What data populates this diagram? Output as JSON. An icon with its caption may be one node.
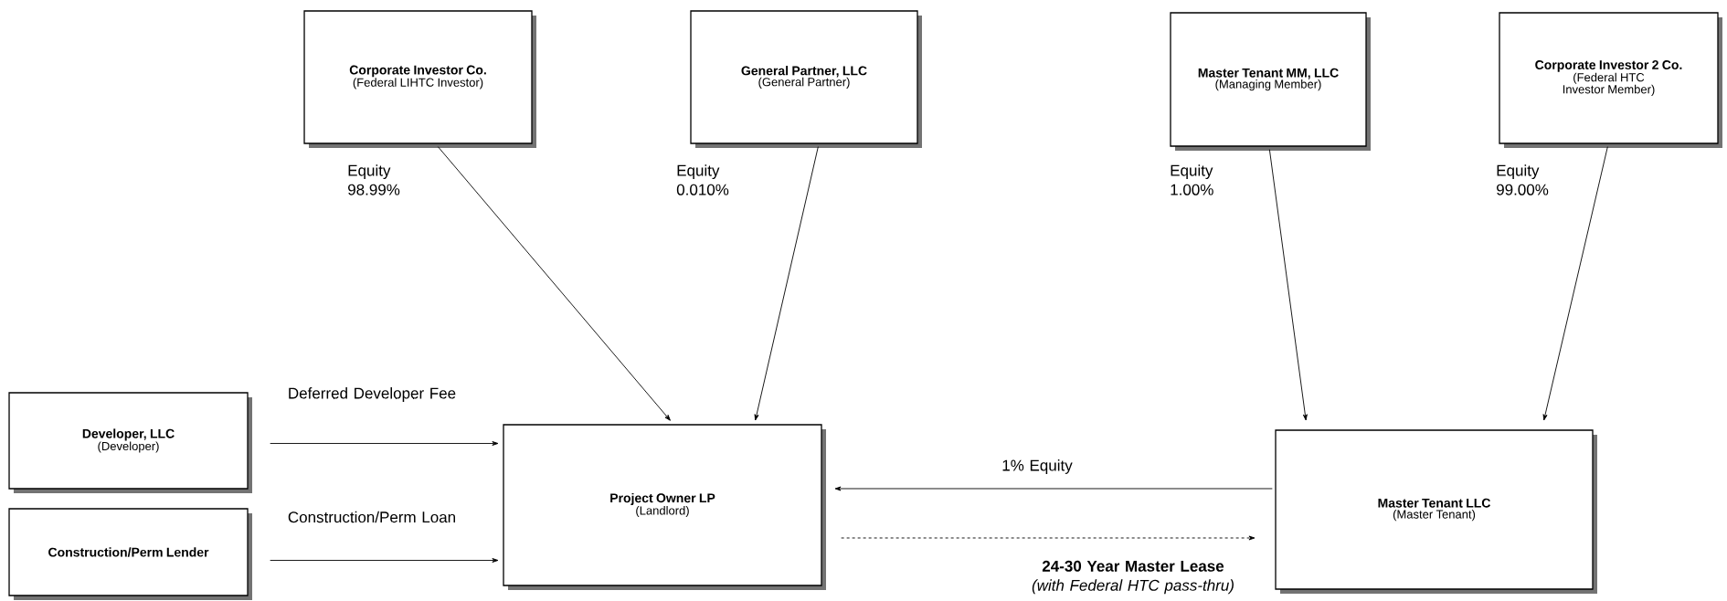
{
  "diagram": {
    "nodes": [
      {
        "text": [
          "Corporate Investor Co.",
          "(Federal LIHTC Investor)"
        ]
      },
      {
        "text": [
          "General Partner, LLC",
          "(General Partner)"
        ]
      },
      {
        "text": [
          "Master Tenant MM, LLC",
          "(Managing Member)"
        ]
      },
      {
        "text": [
          "Corporate Investor 2 Co.",
          "(Federal HTC Investor Member)"
        ]
      },
      {
        "text": [
          "Developer, LLC",
          "(Developer)"
        ]
      },
      {
        "text": [
          "Construction/Perm Lender"
        ]
      },
      {
        "text": [
          "Project Owner LP",
          "(Landlord)"
        ]
      },
      {
        "text": [
          "Master Tenant LLC",
          "(Master Tenant)"
        ]
      }
    ],
    "edges": [
      {
        "from": 0,
        "to": 6,
        "arrow": "to",
        "label": "Equity 98.99%"
      },
      {
        "from": 1,
        "to": 6,
        "arrow": "to",
        "label": "Equity 0.010%"
      },
      {
        "from": 2,
        "to": 7,
        "arrow": "to",
        "label": "Equity 1.00%"
      },
      {
        "from": 3,
        "to": 7,
        "arrow": "to",
        "label": "Equity 99.00%"
      },
      {
        "from": 4,
        "to": 6,
        "arrow": "to",
        "label": "Deferred Developer Fee"
      },
      {
        "from": 5,
        "to": 6,
        "arrow": "to",
        "label": "Construction/Perm Loan"
      },
      {
        "from": 7,
        "to": 6,
        "arrow": "to",
        "label": "1% Equity"
      },
      {
        "from": 6,
        "to": 7,
        "arrow": "to",
        "style": "dashed",
        "label": "**24-30 Year Master Lease** *(with Federal HTC pass-thru)*"
      }
    ]
  }
}
